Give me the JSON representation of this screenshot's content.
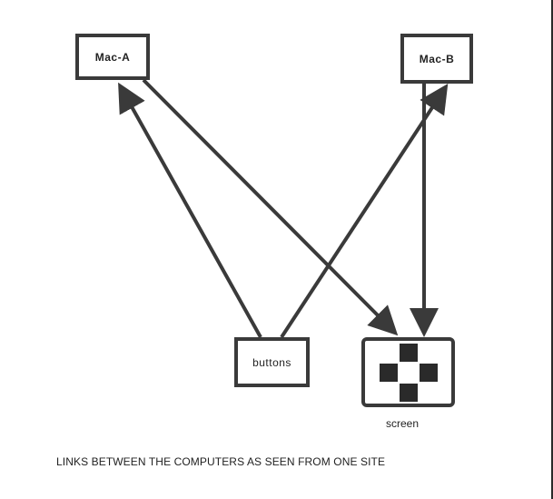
{
  "nodes": {
    "mac_a": "Mac-A",
    "mac_b": "Mac-B",
    "buttons": "buttons",
    "screen": "screen"
  },
  "caption": "LINKS BETWEEN THE COMPUTERS AS SEEN FROM ONE SITE",
  "links": [
    {
      "from": "buttons",
      "to": "Mac-A"
    },
    {
      "from": "Mac-A",
      "to": "screen"
    },
    {
      "from": "buttons",
      "to": "Mac-B"
    },
    {
      "from": "Mac-B",
      "to": "screen"
    }
  ],
  "colors": {
    "stroke": "#3a3a3a",
    "fill": "#2a2a2a",
    "background": "#ffffff"
  },
  "icons": {
    "screen_glyph": "checker-cross-icon"
  }
}
